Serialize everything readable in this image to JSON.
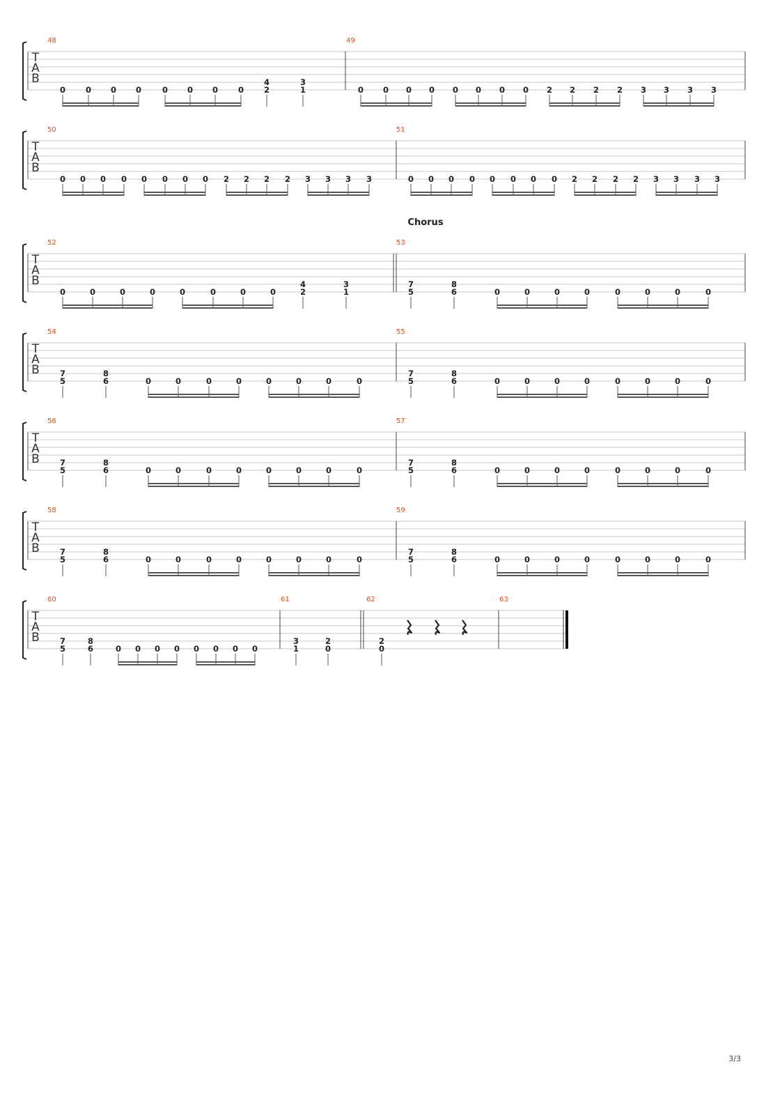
{
  "page": {
    "number": "3/3"
  },
  "tab_letters": [
    "T",
    "A",
    "B"
  ],
  "sections": [
    {
      "label": "Chorus",
      "measure": "53"
    }
  ],
  "systems": [
    {
      "measures": [
        {
          "number": "48",
          "beats": [
            {
              "low": "0"
            },
            {
              "low": "0"
            },
            {
              "low": "0"
            },
            {
              "low": "0"
            },
            {
              "low": "0"
            },
            {
              "low": "0"
            },
            {
              "low": "0"
            },
            {
              "low": "0"
            },
            {
              "high": "4",
              "low": "2"
            },
            {
              "high": "3",
              "low": "1"
            }
          ]
        },
        {
          "number": "49",
          "beats": [
            {
              "low": "0"
            },
            {
              "low": "0"
            },
            {
              "low": "0"
            },
            {
              "low": "0"
            },
            {
              "low": "0"
            },
            {
              "low": "0"
            },
            {
              "low": "0"
            },
            {
              "low": "0"
            },
            {
              "low": "2"
            },
            {
              "low": "2"
            },
            {
              "low": "2"
            },
            {
              "low": "2"
            },
            {
              "low": "3"
            },
            {
              "low": "3"
            },
            {
              "low": "3"
            },
            {
              "low": "3"
            }
          ]
        }
      ]
    },
    {
      "measures": [
        {
          "number": "50",
          "beats": [
            {
              "low": "0"
            },
            {
              "low": "0"
            },
            {
              "low": "0"
            },
            {
              "low": "0"
            },
            {
              "low": "0"
            },
            {
              "low": "0"
            },
            {
              "low": "0"
            },
            {
              "low": "0"
            },
            {
              "low": "2"
            },
            {
              "low": "2"
            },
            {
              "low": "2"
            },
            {
              "low": "2"
            },
            {
              "low": "3"
            },
            {
              "low": "3"
            },
            {
              "low": "3"
            },
            {
              "low": "3"
            }
          ]
        },
        {
          "number": "51",
          "beats": [
            {
              "low": "0"
            },
            {
              "low": "0"
            },
            {
              "low": "0"
            },
            {
              "low": "0"
            },
            {
              "low": "0"
            },
            {
              "low": "0"
            },
            {
              "low": "0"
            },
            {
              "low": "0"
            },
            {
              "low": "2"
            },
            {
              "low": "2"
            },
            {
              "low": "2"
            },
            {
              "low": "2"
            },
            {
              "low": "3"
            },
            {
              "low": "3"
            },
            {
              "low": "3"
            },
            {
              "low": "3"
            }
          ]
        }
      ]
    },
    {
      "measures": [
        {
          "number": "52",
          "beats": [
            {
              "low": "0"
            },
            {
              "low": "0"
            },
            {
              "low": "0"
            },
            {
              "low": "0"
            },
            {
              "low": "0"
            },
            {
              "low": "0"
            },
            {
              "low": "0"
            },
            {
              "low": "0"
            },
            {
              "high": "4",
              "low": "2"
            },
            {
              "high": "3",
              "low": "1"
            }
          ]
        },
        {
          "number": "53",
          "beats": [
            {
              "high": "7",
              "low": "5"
            },
            {
              "high": "8",
              "low": "6"
            },
            {
              "low": "0"
            },
            {
              "low": "0"
            },
            {
              "low": "0"
            },
            {
              "low": "0"
            },
            {
              "low": "0"
            },
            {
              "low": "0"
            },
            {
              "low": "0"
            },
            {
              "low": "0"
            }
          ]
        }
      ]
    },
    {
      "measures": [
        {
          "number": "54",
          "beats": [
            {
              "high": "7",
              "low": "5"
            },
            {
              "high": "8",
              "low": "6"
            },
            {
              "low": "0"
            },
            {
              "low": "0"
            },
            {
              "low": "0"
            },
            {
              "low": "0"
            },
            {
              "low": "0"
            },
            {
              "low": "0"
            },
            {
              "low": "0"
            },
            {
              "low": "0"
            }
          ]
        },
        {
          "number": "55",
          "beats": [
            {
              "high": "7",
              "low": "5"
            },
            {
              "high": "8",
              "low": "6"
            },
            {
              "low": "0"
            },
            {
              "low": "0"
            },
            {
              "low": "0"
            },
            {
              "low": "0"
            },
            {
              "low": "0"
            },
            {
              "low": "0"
            },
            {
              "low": "0"
            },
            {
              "low": "0"
            }
          ]
        }
      ]
    },
    {
      "measures": [
        {
          "number": "56",
          "beats": [
            {
              "high": "7",
              "low": "5"
            },
            {
              "high": "8",
              "low": "6"
            },
            {
              "low": "0"
            },
            {
              "low": "0"
            },
            {
              "low": "0"
            },
            {
              "low": "0"
            },
            {
              "low": "0"
            },
            {
              "low": "0"
            },
            {
              "low": "0"
            },
            {
              "low": "0"
            }
          ]
        },
        {
          "number": "57",
          "beats": [
            {
              "high": "7",
              "low": "5"
            },
            {
              "high": "8",
              "low": "6"
            },
            {
              "low": "0"
            },
            {
              "low": "0"
            },
            {
              "low": "0"
            },
            {
              "low": "0"
            },
            {
              "low": "0"
            },
            {
              "low": "0"
            },
            {
              "low": "0"
            },
            {
              "low": "0"
            }
          ]
        }
      ]
    },
    {
      "measures": [
        {
          "number": "58",
          "beats": [
            {
              "high": "7",
              "low": "5"
            },
            {
              "high": "8",
              "low": "6"
            },
            {
              "low": "0"
            },
            {
              "low": "0"
            },
            {
              "low": "0"
            },
            {
              "low": "0"
            },
            {
              "low": "0"
            },
            {
              "low": "0"
            },
            {
              "low": "0"
            },
            {
              "low": "0"
            }
          ]
        },
        {
          "number": "59",
          "beats": [
            {
              "high": "7",
              "low": "5"
            },
            {
              "high": "8",
              "low": "6"
            },
            {
              "low": "0"
            },
            {
              "low": "0"
            },
            {
              "low": "0"
            },
            {
              "low": "0"
            },
            {
              "low": "0"
            },
            {
              "low": "0"
            },
            {
              "low": "0"
            },
            {
              "low": "0"
            }
          ]
        }
      ]
    },
    {
      "measures": [
        {
          "number": "60",
          "beats": [
            {
              "high": "7",
              "low": "5"
            },
            {
              "high": "8",
              "low": "6"
            },
            {
              "low": "0"
            },
            {
              "low": "0"
            },
            {
              "low": "0"
            },
            {
              "low": "0"
            },
            {
              "low": "0"
            },
            {
              "low": "0"
            },
            {
              "low": "0"
            },
            {
              "low": "0"
            }
          ]
        },
        {
          "number": "61",
          "beats": [
            {
              "high": "3",
              "low": "1"
            },
            {
              "high": "2",
              "low": "0"
            }
          ]
        },
        {
          "number": "62",
          "beats": [
            {
              "high": "2",
              "low": "0"
            },
            {
              "rest": "quarter"
            },
            {
              "rest": "quarter"
            },
            {
              "rest": "quarter"
            }
          ]
        },
        {
          "number": "63",
          "beats": []
        }
      ]
    }
  ]
}
